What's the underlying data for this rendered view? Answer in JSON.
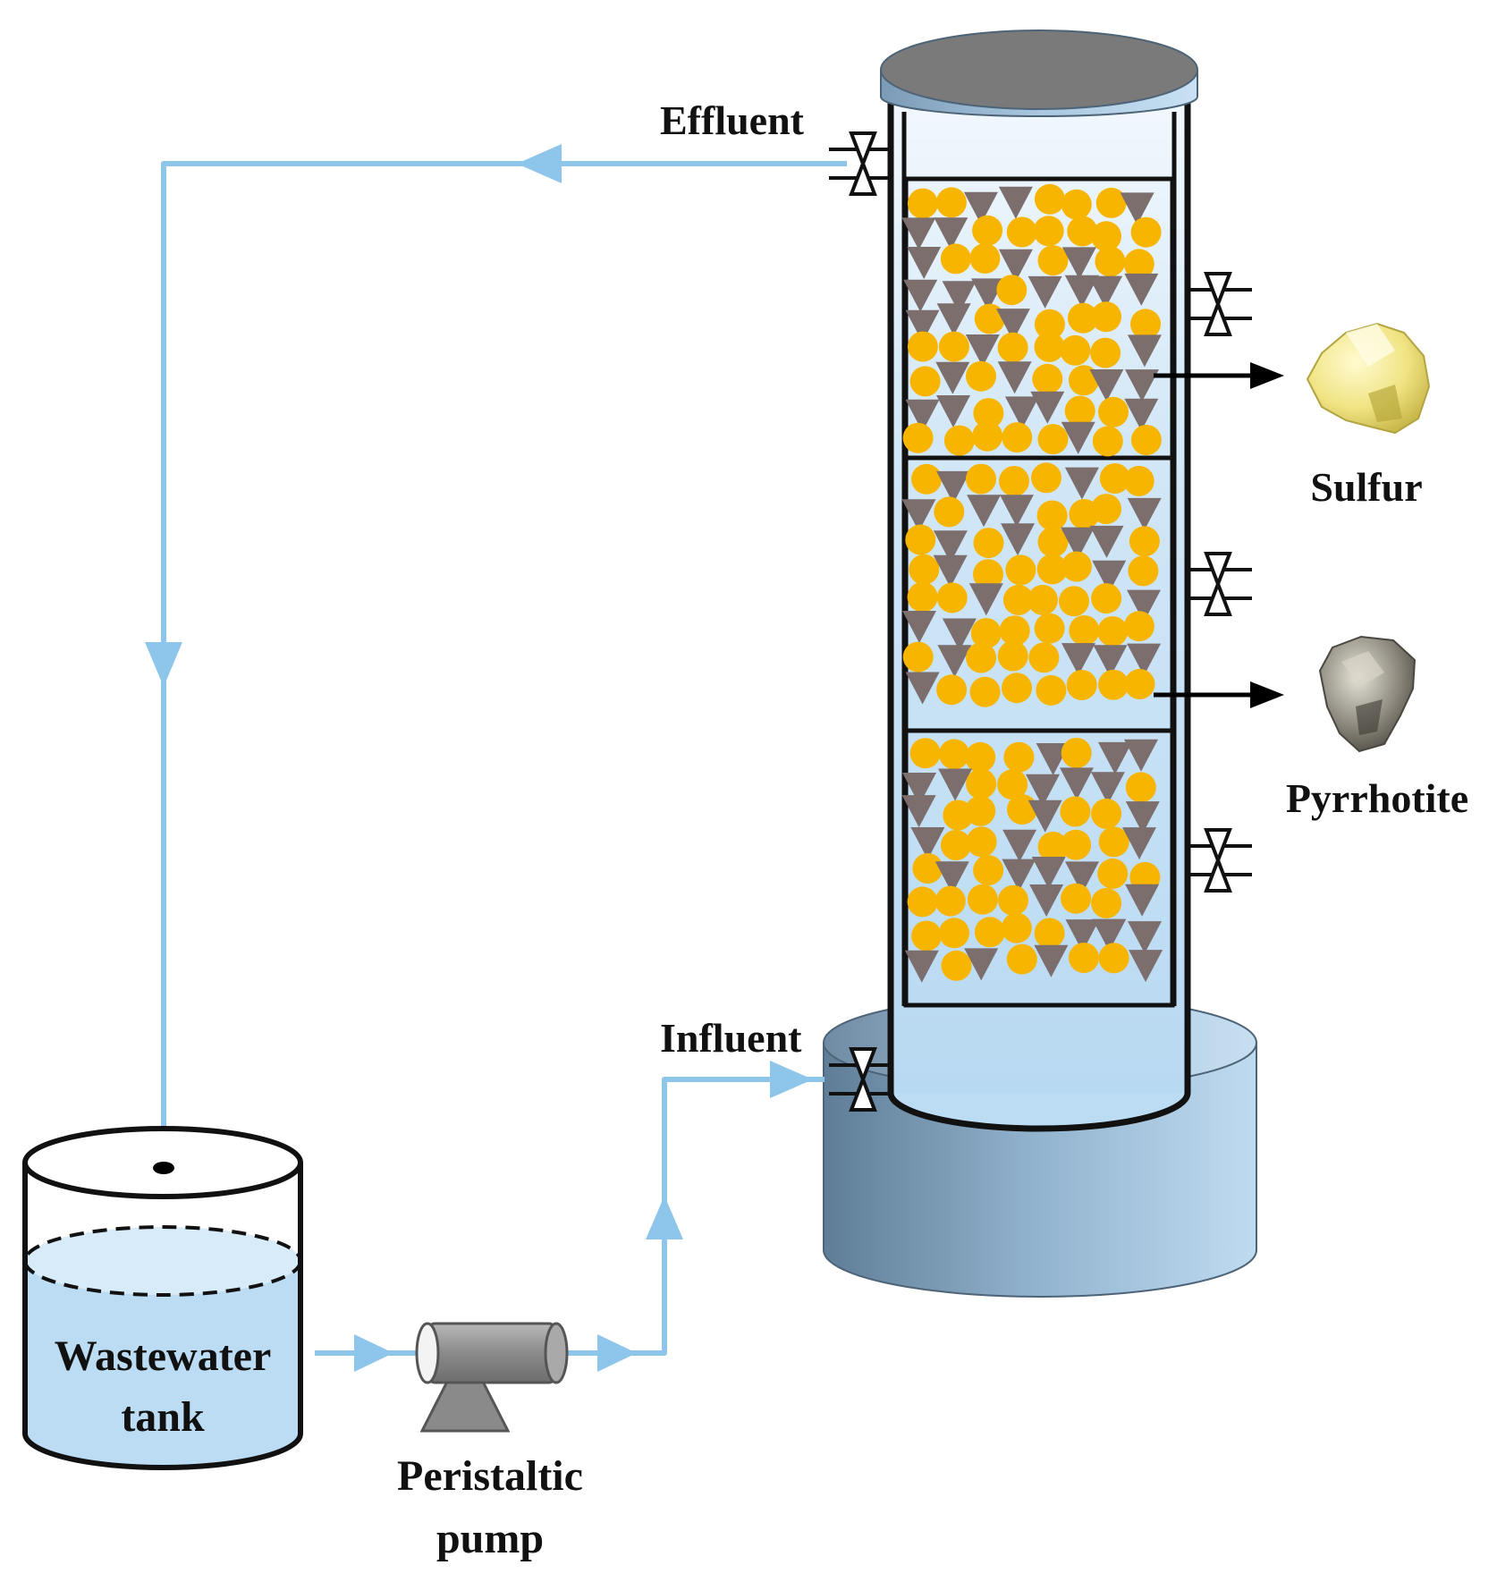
{
  "labels": {
    "effluent": "Effluent",
    "influent": "Influent",
    "sulfur": "Sulfur",
    "pyrrhotite": "Pyrrhotite",
    "tank_line1": "Wastewater",
    "tank_line2": "tank",
    "pump_line1": "Peristaltic",
    "pump_line2": "pump"
  },
  "colors": {
    "pipe": "#8ec5ea",
    "water": "#bcdcf3",
    "sulfur_particle": "#f7b500",
    "pyrrhotite_particle": "#7b6e6d",
    "base": "#7f9db8",
    "arrow": "#000000"
  },
  "icons": {
    "valve": "valve-icon",
    "pump": "peristaltic-pump-icon",
    "sulfur": "sulfur-rock-icon",
    "pyrrhotite": "pyrrhotite-rock-icon"
  }
}
